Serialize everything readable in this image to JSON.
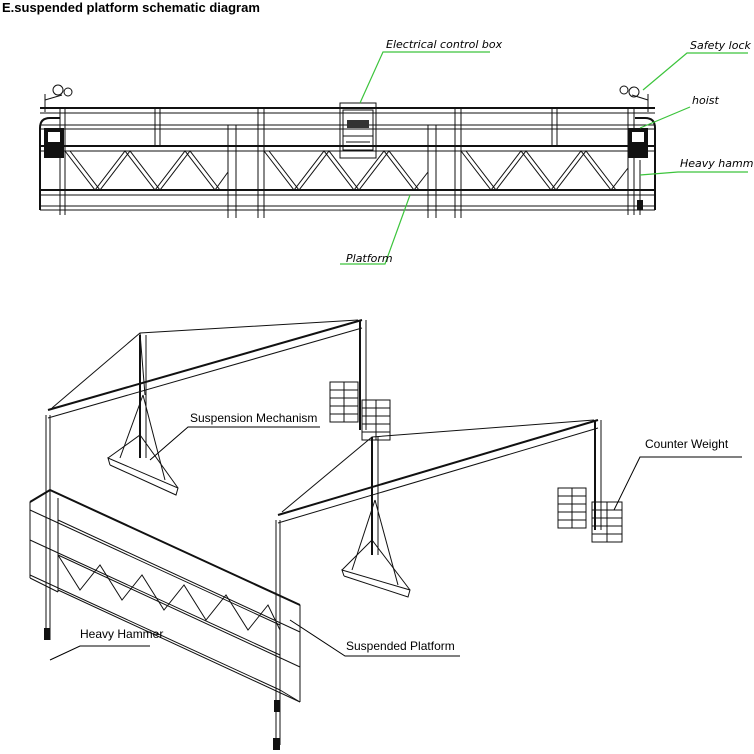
{
  "title": "E.suspended platform schematic diagram",
  "top_diagram": {
    "labels": {
      "electrical_control_box": "Electrical control box",
      "safety_lock": "Safety lock",
      "hoist": "hoist",
      "heavy_hammer": "Heavy hammer",
      "platform": "Platform"
    }
  },
  "bottom_diagram": {
    "labels": {
      "suspension_mechanism": "Suspension Mechanism",
      "counter_weight": "Counter Weight",
      "heavy_hammer": "Heavy Hammer",
      "suspended_platform": "Suspended Platform"
    }
  },
  "colors": {
    "leader_top": "#3cc43c",
    "leader_bottom": "#000000",
    "line_art": "#111111"
  }
}
